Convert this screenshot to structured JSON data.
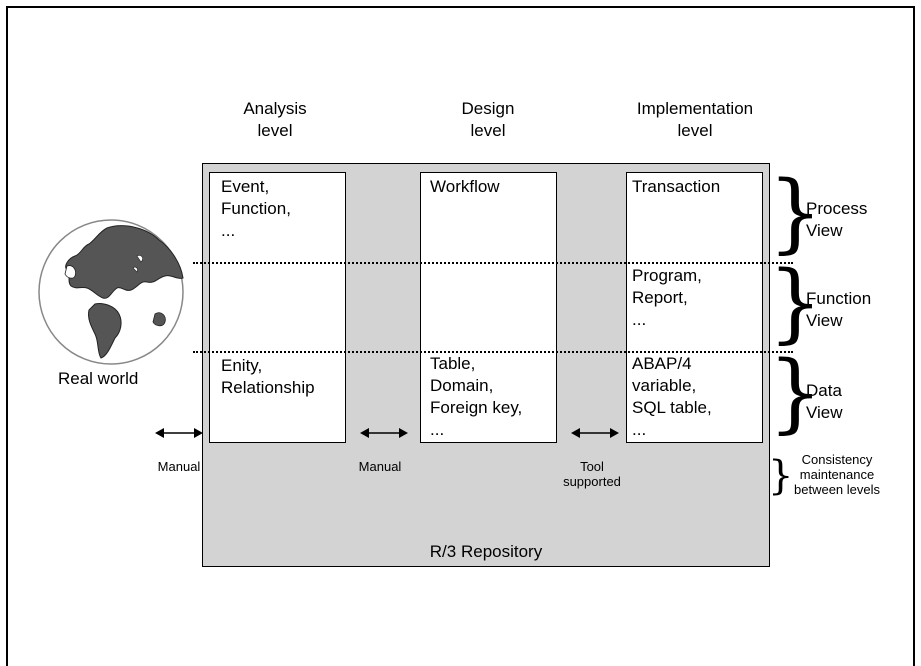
{
  "levels": {
    "analysis": "Analysis\nlevel",
    "design": "Design\nlevel",
    "implementation": "Implementation\nlevel"
  },
  "columns": {
    "analysis": {
      "process": "Event,\nFunction,\n...",
      "data": "Enity,\nRelationship"
    },
    "design": {
      "process": "Workflow",
      "data": "Table,\nDomain,\nForeign key,\n..."
    },
    "implementation": {
      "process": "Transaction",
      "function": "Program,\nReport,\n...",
      "data": "ABAP/4\nvariable,\nSQL table,\n..."
    }
  },
  "views": {
    "process": "Process\nView",
    "function": "Function\nView",
    "data": "Data\nView"
  },
  "real_world": "Real world",
  "arrows": {
    "manual_1": "Manual",
    "manual_2": "Manual",
    "tool": "Tool\nsupported"
  },
  "consistency": "Consistency\nmaintenance\nbetween levels",
  "repository": "R/3 Repository"
}
